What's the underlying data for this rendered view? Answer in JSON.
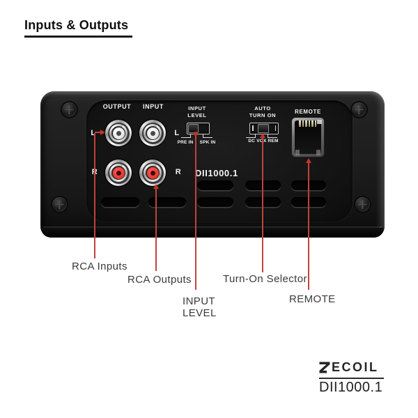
{
  "page": {
    "title": "Inputs & Outputs"
  },
  "colors": {
    "annotation_red": "#c2423c",
    "rca_red": "#d9241c",
    "panel_text": "#f4f4f4"
  },
  "device": {
    "model_label": "DII1000.1",
    "jacks": {
      "output_label": "OUTPUT",
      "input_label": "INPUT",
      "left_label": "L",
      "right_label": "R"
    },
    "input_level": {
      "line1": "INPUT",
      "line2": "LEVEL",
      "left_option": "PRE IN",
      "right_option": "SPK IN"
    },
    "auto_turn_on": {
      "line1": "AUTO",
      "line2": "TURN ON",
      "options": "DC VOX REM"
    },
    "remote": {
      "label": "REMOTE"
    }
  },
  "annotations": {
    "rca_inputs": "RCA Inputs",
    "rca_outputs": "RCA Outputs",
    "input_level_line1": "INPUT",
    "input_level_line2": "LEVEL",
    "turn_on": "Turn-On Selector",
    "remote": "REMOTE"
  },
  "brand": {
    "name": "RECOIL",
    "name_after_mark": "ECOIL",
    "model": "DII1000.1"
  }
}
